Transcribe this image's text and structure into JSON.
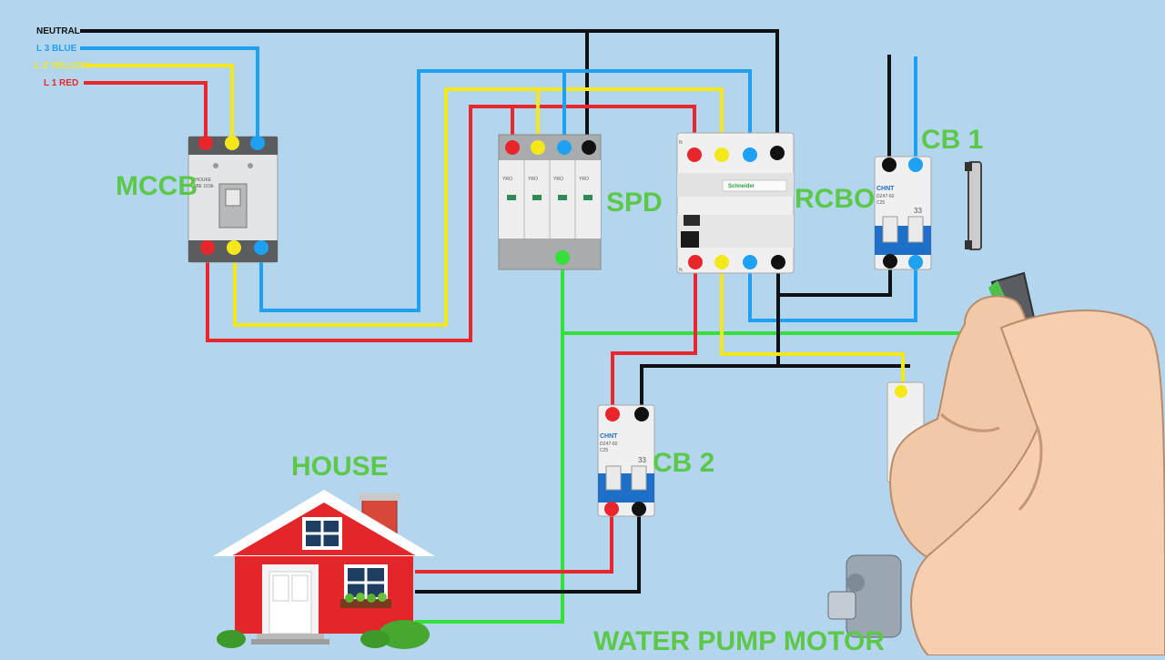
{
  "legend": {
    "neutral": "NEUTRAL",
    "l3": "L 3 BLUE",
    "l2": "L 2 YELLOW",
    "l1": "L 1 RED"
  },
  "labels": {
    "mccb": "MCCB",
    "spd": "SPD",
    "rcbo": "RCBO",
    "cb1": "CB 1",
    "cb2": "CB 2",
    "house": "HOUSE",
    "pump": "WATER PUMP MOTOR"
  },
  "device_text": {
    "mccb_brand": "SHOUKE",
    "mccb_model": "ABE 103b",
    "spd_brand": "YRO",
    "rcbo_brand": "Schneider",
    "rcbo_n_top": "N",
    "rcbo_n_bottom": "N",
    "cb_brand": "CHNT",
    "cb_model": "DZ47-60",
    "cb_rating": "C25",
    "cb_marking": "33"
  },
  "colors": {
    "background": "#b3d6ee",
    "neutral": "#111111",
    "l3_blue": "#1ea1f2",
    "l2_yellow": "#f5e81a",
    "l1_red": "#e8262c",
    "earth_green": "#35e03a",
    "label_green": "#5cc84a"
  }
}
